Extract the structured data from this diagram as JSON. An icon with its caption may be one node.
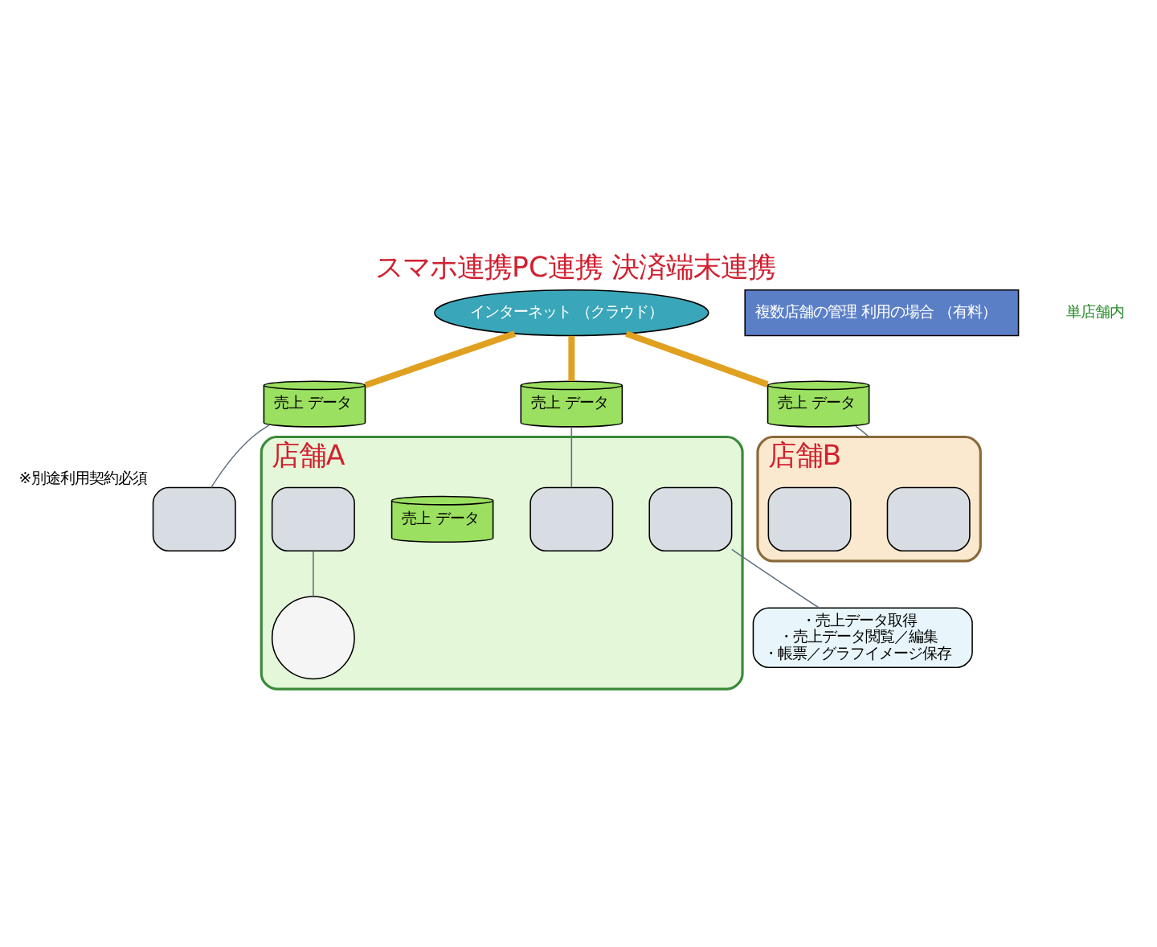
{
  "diagram": {
    "title": "スマホ連携PC連携 決済端末連携",
    "nodes": [
      {
        "text": [
          "インターネット （クラウド）"
        ]
      },
      {
        "text": [
          "複数店舗の管理 利用の場合 （有料）"
        ]
      },
      {
        "text": [],
        "shape": "box",
        "beside": [
          "※別途利用契約必須"
        ]
      },
      {
        "text": [
          "売上 データ"
        ]
      },
      {
        "text": [
          "店舗A"
        ]
      },
      {
        "text": [],
        "shape": "box",
        "in": 4
      },
      {
        "text": [],
        "shape": "circle",
        "in": 4
      },
      {
        "text": [
          "売上 データ"
        ]
      },
      {
        "text": [],
        "shape": "box",
        "in": 4
      },
      {
        "text": [
          "売上 データ"
        ],
        "in": 4
      },
      {
        "text": [],
        "shape": "box",
        "in": 4
      },
      {
        "text": [
          "売上 データ"
        ]
      },
      {
        "text": [
          "店舗B"
        ]
      },
      {
        "text": [],
        "shape": "box",
        "in": 12
      },
      {
        "text": [],
        "shape": "box",
        "in": 12
      },
      {
        "text": [
          "・売上データ取得",
          "・売上データ閲覧／編集",
          "・帳票／グラフイメージ保存"
        ]
      }
    ],
    "edges": [
      {
        "from": 0,
        "to": 3,
        "arrow": "none",
        "style": "thick",
        "color": "#e0a020"
      },
      {
        "from": 3,
        "to": 2,
        "arrow": "none"
      },
      {
        "from": 0,
        "to": 7,
        "arrow": "none",
        "style": "thick",
        "color": "#e0a020"
      },
      {
        "from": 7,
        "to": 8,
        "arrow": "none"
      },
      {
        "from": 0,
        "to": 11,
        "arrow": "none",
        "style": "thick",
        "color": "#e0a020"
      },
      {
        "from": 11,
        "to": 12,
        "arrow": "none"
      },
      {
        "from": 5,
        "to": 6,
        "arrow": "none"
      },
      {
        "from": 10,
        "to": 15,
        "arrow": "none"
      }
    ],
    "labels": [
      "単店舗内"
    ]
  }
}
